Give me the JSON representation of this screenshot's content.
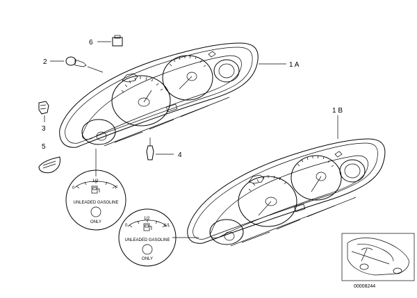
{
  "callouts": {
    "c1a": "1 A",
    "c1b": "1 B",
    "c2": "2",
    "c3": "3",
    "c4": "4",
    "c5": "5",
    "c6": "6"
  },
  "fuel_gauge_a": {
    "text": "UNLEADED GASOLINE",
    "only": "ONLY",
    "scale": [
      "0",
      "1/2",
      "F"
    ]
  },
  "fuel_gauge_b": {
    "text": "UNLEADED GASOLINE",
    "only": "ONLY",
    "scale": [
      "0",
      "1/2",
      "1/1"
    ]
  },
  "diagram_number": "00008244"
}
